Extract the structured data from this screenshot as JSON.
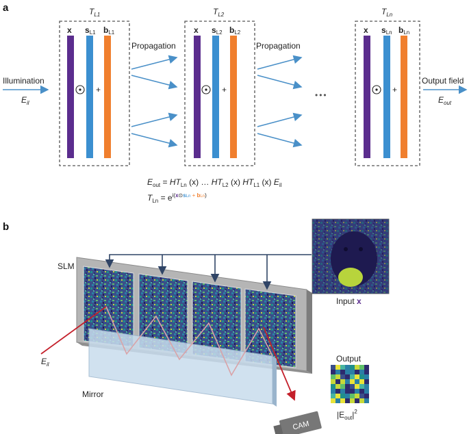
{
  "panel_a": {
    "label": "a",
    "blocks": [
      {
        "title": "T",
        "title_sub": "L1",
        "x_label": "x",
        "s_label": "s",
        "s_sub": "L1",
        "b_label": "b",
        "b_sub": "L1"
      },
      {
        "title": "T",
        "title_sub": "L2",
        "x_label": "x",
        "s_label": "s",
        "s_sub": "L2",
        "b_label": "b",
        "b_sub": "L2"
      },
      {
        "title": "T",
        "title_sub": "Ln",
        "x_label": "x",
        "s_label": "s",
        "s_sub": "Ln",
        "b_label": "b",
        "b_sub": "Ln"
      }
    ],
    "odot": "⊙",
    "plus": "+",
    "propagation_1": "Propagation",
    "propagation_2": "Propagation",
    "ellipsis": "•••",
    "illumination": "Illumination",
    "e_il": "E",
    "e_il_sub": "il",
    "output_field": "Output field",
    "e_out": "E",
    "e_out_sub": "out",
    "eq1": {
      "lhs": "E",
      "lhs_sub": "out",
      "eq": " = ",
      "p1": "HT",
      "p1_sub": "Ln",
      "x1": " (x) … ",
      "p2": "HT",
      "p2_sub": "L2",
      "x2": " (x) ",
      "p3": "HT",
      "p3_sub": "L1",
      "x3": " (x) ",
      "p4": "E",
      "p4_sub": "il"
    },
    "eq2": {
      "lhs": "T",
      "lhs_sub": "Ln",
      "eq": " = e",
      "exp_open": "i(",
      "exp_x": "x",
      "exp_odot": "⊙",
      "exp_s": "s",
      "exp_s_sub": "Ln",
      "exp_plus": " + ",
      "exp_b": "b",
      "exp_b_sub": "Ln",
      "exp_close": ")"
    }
  },
  "panel_b": {
    "label": "b",
    "slm": "SLM",
    "input": "Input",
    "input_x": "x",
    "output": "Output",
    "e_il": "E",
    "e_il_sub": "il",
    "mirror": "Mirror",
    "cam": "CAM",
    "eout_abs": "|E",
    "eout_abs_sub": "out",
    "eout_abs_close": "|",
    "eout_abs_sup": "2"
  },
  "colors": {
    "x_bar": "#5b2d8e",
    "s_bar": "#3b8fd0",
    "b_bar": "#f07f2e",
    "arrow_blue": "#4a90c8",
    "red_beam": "#c41f2a",
    "faded_beam": "#d9a3a8",
    "navy_line": "#2f4466",
    "slm_frame": "#a9a9a9",
    "mirror": "#c8dced"
  }
}
